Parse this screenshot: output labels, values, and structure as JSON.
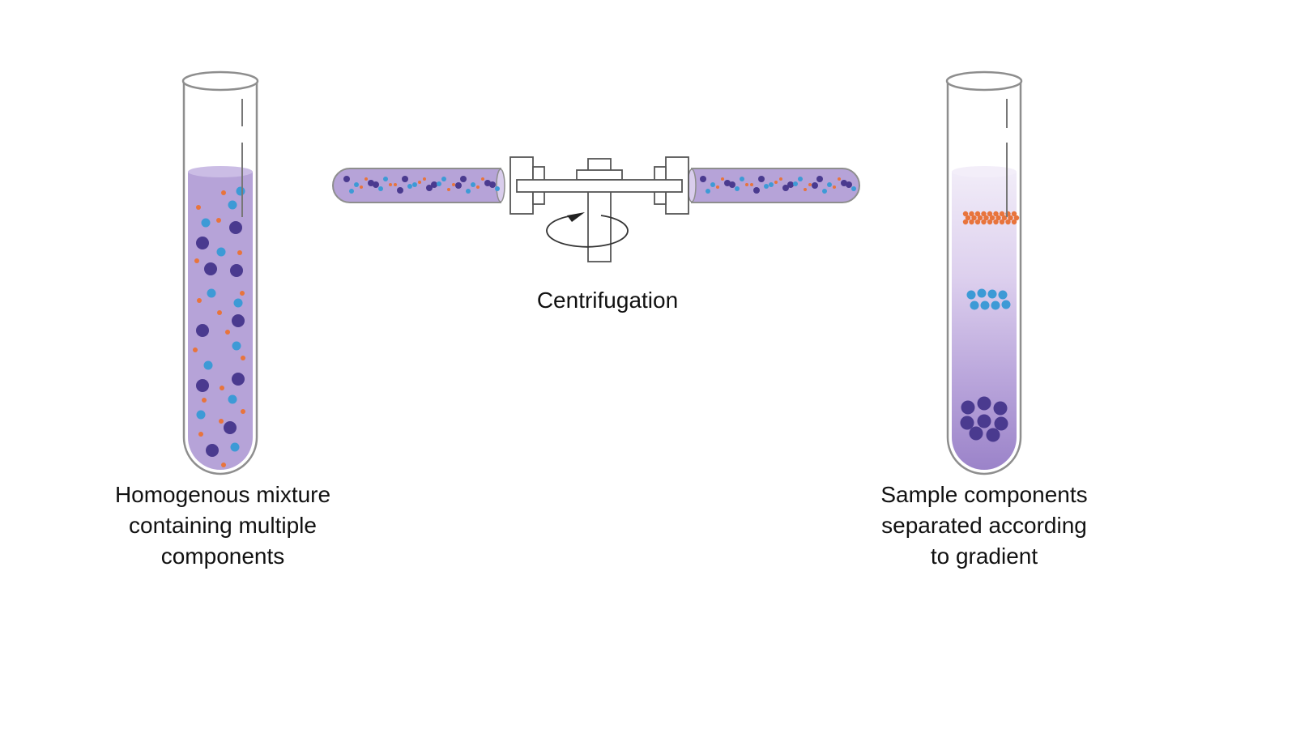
{
  "labels": {
    "left_caption": [
      "Homogenous mixture",
      "containing multiple",
      "components"
    ],
    "center_caption": "Centrifugation",
    "right_caption": [
      "Sample components",
      "separated according",
      "to gradient"
    ]
  },
  "colors": {
    "liquid": "#b6a3d8",
    "liquid_light": "#e6def2",
    "liquid_dark": "#9a82c8",
    "particle_large": "#4a3a8f",
    "particle_medium": "#3d9ad6",
    "particle_small": "#e8743c",
    "glass_outline": "#8e8e8e",
    "apparatus_outline": "#555555"
  },
  "icons": {
    "rotation": "rotation-arrow-icon"
  }
}
